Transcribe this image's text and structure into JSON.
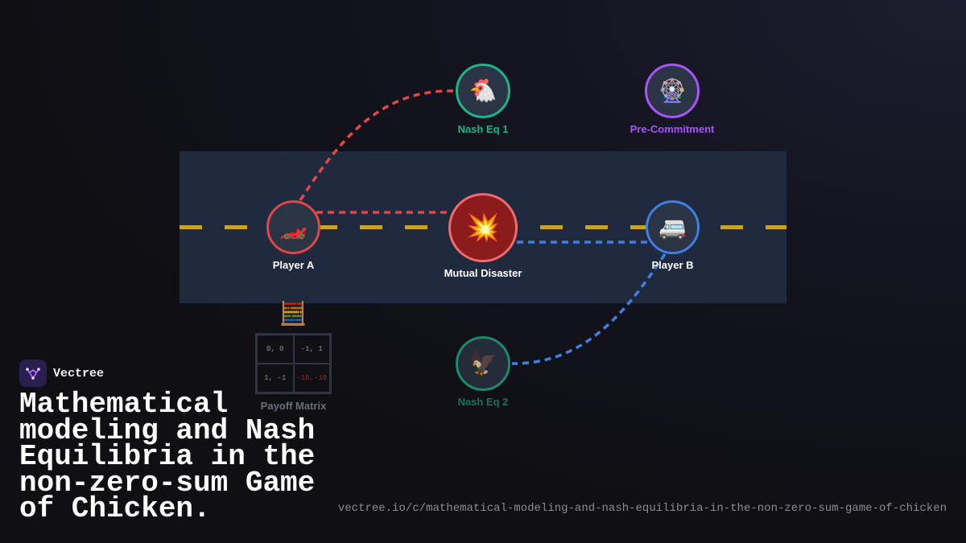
{
  "diagram": {
    "nodes": [
      {
        "id": "player-a",
        "label": "Player A",
        "icon": "race-car-icon",
        "glyph": "🏎️",
        "color": "#e04848"
      },
      {
        "id": "mutual-disaster",
        "label": "Mutual Disaster",
        "icon": "collision-icon",
        "glyph": "💥",
        "color": "#ef6b6b"
      },
      {
        "id": "player-b",
        "label": "Player B",
        "icon": "van-icon",
        "glyph": "🚐",
        "color": "#3f7fe3"
      },
      {
        "id": "nash-eq-1",
        "label": "Nash Eq 1",
        "icon": "chicken-icon",
        "glyph": "🐔",
        "color": "#1fb386"
      },
      {
        "id": "pre-commitment",
        "label": "Pre-Commitment",
        "icon": "steering-wheel-icon",
        "glyph": "🎡",
        "color": "#a855f7"
      },
      {
        "id": "nash-eq-2",
        "label": "Nash Eq 2",
        "icon": "eagle-icon",
        "glyph": "🦅",
        "color": "#1fb386"
      }
    ],
    "edges": [
      {
        "from": "player-a",
        "to": "mutual-disaster",
        "color": "#e04848"
      },
      {
        "from": "player-a",
        "to": "nash-eq-1",
        "color": "#e04848"
      },
      {
        "from": "mutual-disaster",
        "to": "player-b",
        "color": "#3f7fe3"
      },
      {
        "from": "player-b",
        "to": "nash-eq-2",
        "color": "#3f7fe3"
      }
    ],
    "road_line_color": "#c9a227",
    "road_color": "#1f2a3e"
  },
  "payoff": {
    "icon": "abacus-icon",
    "glyph": "🧮",
    "label": "Payoff Matrix",
    "cells": [
      "0, 0",
      "-1, 1",
      "1, -1",
      "-10,-10"
    ]
  },
  "brand": {
    "name": "Vectree",
    "logo_icon": "vectree-logo-icon",
    "accent": "#a855f7"
  },
  "title": "Mathematical modeling and Nash Equilibria in the non-zero-sum Game of Chicken.",
  "url": "vectree.io/c/mathematical-modeling-and-nash-equilibria-in-the-non-zero-sum-game-of-chicken"
}
